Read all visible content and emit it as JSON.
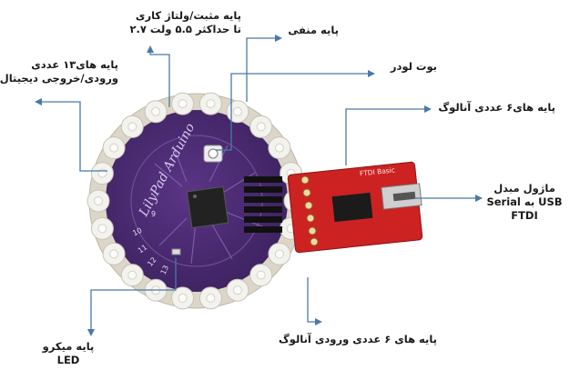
{
  "labels": {
    "power_pin_l1": "پایه مثبت/ولتاژ کاری",
    "power_pin_l2": "تا حداکثر ۵.۵ ولت ۲.۷",
    "ground_pin": "پایه منفی",
    "digital_io_l1": "پایه های۱۳ عددی",
    "digital_io_l2": "ورودی/خروجی دیجیتال",
    "bootloader": "بوت لودر",
    "analog_6_top": "پایه های۶ عددی آنالوگ",
    "usb_module_l1": "ماژول مبدل",
    "usb_module_l2": "USB به Serial",
    "usb_module_l3": "FTDI",
    "analog_6_bottom": "پایه های ۶ عددی ورودی آنالوگ",
    "led_l1": "پایه میکرو",
    "led_l2": "LED"
  },
  "board": {
    "silkscreen_name": "LilyPad Arduino",
    "ftdi_header": "FTDI Basic",
    "pin_numbers": [
      "10",
      "11",
      "12",
      "13",
      "9"
    ]
  },
  "colors": {
    "arrow": "#4a79a6",
    "board_purple": "#4b2a73",
    "pad_color": "#f2f2ee",
    "ftdi_red": "#cc2222"
  }
}
